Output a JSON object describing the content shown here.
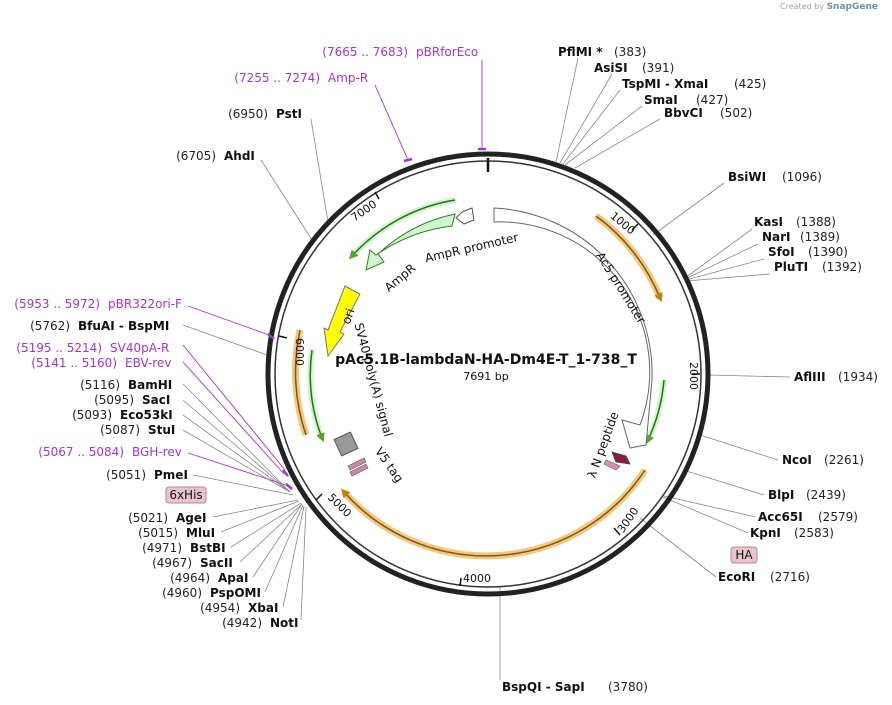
{
  "credit": {
    "prefix": "Created by",
    "brand": "SnapGene"
  },
  "plasmid": {
    "name": "pAc5.1B-lambdaN-HA-Dm4E-T_1-738_T",
    "size_label": "7691 bp",
    "length": 7691
  },
  "ticks": [
    "1000",
    "2000",
    "3000",
    "4000",
    "5000",
    "6000",
    "7000"
  ],
  "features": {
    "amp_promoter": "AmpR promoter",
    "ampr": "AmpR",
    "ori": "ori",
    "sv40": "SV40 poly(A) signal",
    "v5": "V5 tag",
    "ac5": "Ac5 promoter",
    "lambda": "λ N peptide"
  },
  "boxed": {
    "his": "6xHis",
    "ha": "HA"
  },
  "sites_right": [
    {
      "name": "PflMI *",
      "pos": "(383)"
    },
    {
      "name": "AsiSI",
      "pos": "(391)"
    },
    {
      "name": "TspMI - XmaI",
      "pos": "(425)"
    },
    {
      "name": "SmaI",
      "pos": "(427)"
    },
    {
      "name": "BbvCI",
      "pos": "(502)"
    },
    {
      "name": "BsiWI",
      "pos": "(1096)"
    },
    {
      "name": "KasI",
      "pos": "(1388)"
    },
    {
      "name": "NarI",
      "pos": "(1389)"
    },
    {
      "name": "SfoI",
      "pos": "(1390)"
    },
    {
      "name": "PluTI",
      "pos": "(1392)"
    },
    {
      "name": "AflIII",
      "pos": "(1934)"
    },
    {
      "name": "NcoI",
      "pos": "(2261)"
    },
    {
      "name": "BlpI",
      "pos": "(2439)"
    },
    {
      "name": "Acc65I",
      "pos": "(2579)"
    },
    {
      "name": "KpnI",
      "pos": "(2583)"
    },
    {
      "name": "EcoRI",
      "pos": "(2716)"
    },
    {
      "name": "BspQI - SapI",
      "pos": "(3780)"
    }
  ],
  "sites_left": [
    {
      "name": "PstI",
      "pos": "(6950)"
    },
    {
      "name": "AhdI",
      "pos": "(6705)"
    },
    {
      "name": "BfuAI - BspMI",
      "pos": "(5762)"
    },
    {
      "name": "BamHI",
      "pos": "(5116)"
    },
    {
      "name": "SacI",
      "pos": "(5095)"
    },
    {
      "name": "Eco53kI",
      "pos": "(5093)"
    },
    {
      "name": "StuI",
      "pos": "(5087)"
    },
    {
      "name": "PmeI",
      "pos": "(5051)"
    },
    {
      "name": "AgeI",
      "pos": "(5021)"
    },
    {
      "name": "MluI",
      "pos": "(5015)"
    },
    {
      "name": "BstBI",
      "pos": "(4971)"
    },
    {
      "name": "SacII",
      "pos": "(4967)"
    },
    {
      "name": "ApaI",
      "pos": "(4964)"
    },
    {
      "name": "PspOMI",
      "pos": "(4960)"
    },
    {
      "name": "XbaI",
      "pos": "(4954)"
    },
    {
      "name": "NotI",
      "pos": "(4942)"
    }
  ],
  "primers": [
    {
      "range": "(7665 .. 7683)",
      "name": "pBRforEco"
    },
    {
      "range": "(7255 .. 7274)",
      "name": "Amp-R"
    },
    {
      "range": "(5953 .. 5972)",
      "name": "pBR322ori-F"
    },
    {
      "range": "(5195 .. 5214)",
      "name": "SV40pA-R"
    },
    {
      "range": "(5141 .. 5160)",
      "name": "EBV-rev"
    },
    {
      "range": "(5067 .. 5084)",
      "name": "BGH-rev"
    }
  ],
  "colors": {
    "backbone": "#222222",
    "orf": "#f5c77e",
    "ampr": "#ccf7cc",
    "ori": "#ffff00",
    "primer": "#a335c9",
    "lambda": "#8b1a4a",
    "box": "#e8c4cc"
  }
}
